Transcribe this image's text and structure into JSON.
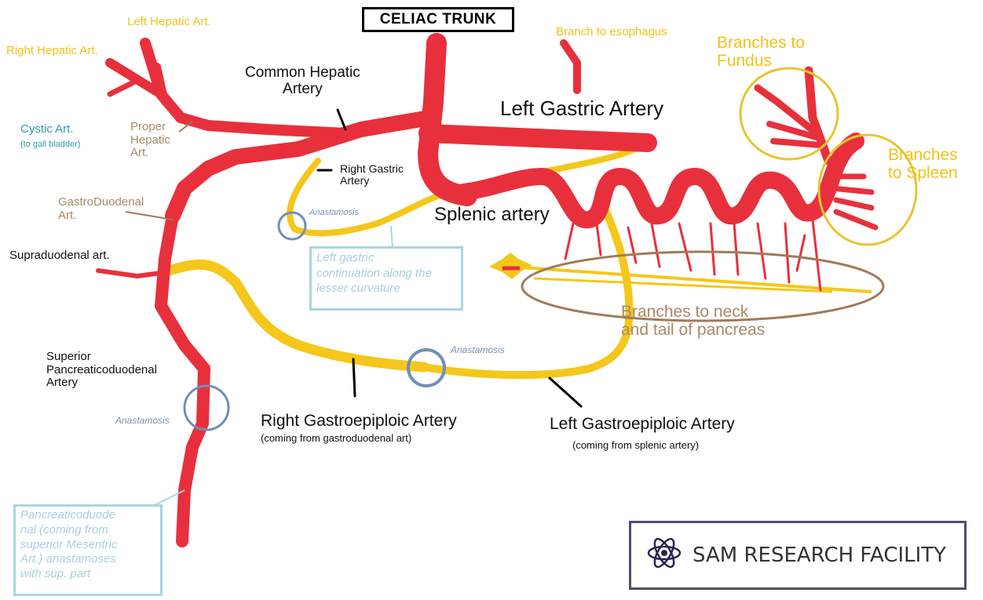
{
  "title": "CELIAC TRUNK",
  "labels": {
    "left_hepatic": "Left Hepatic Art.",
    "right_hepatic": "Right Hepatic Art.",
    "common_hepatic": "Common Hepatic\nArtery",
    "cystic": "Cystic Art.",
    "cystic_sub": "(to gall bladder)",
    "proper_hepatic": "Proper\nHepatic\nArt.",
    "right_gastric": "Right Gastric\nArtery",
    "gastroduodenal": "GastroDuodenal\nArt.",
    "supraduodenal": "Supraduodenal art.",
    "superior_pancreaticoduodenal": "Superior\nPancreaticoduodenal\nArtery",
    "branch_esophagus": "Branch to esophagus",
    "left_gastric": "Left Gastric Artery",
    "branches_fundus": "Branches to\nFundus",
    "branches_spleen": "Branches\nto Spleen",
    "splenic": "Splenic artery",
    "branches_pancreas": "Branches to neck\nand tail of pancreas",
    "right_gastroepiploic": "Right Gastroepiploic Artery",
    "right_gastroepiploic_sub": "(coming from gastroduodenal art)",
    "left_gastroepiploic": "Left Gastroepiploic Artery",
    "left_gastroepiploic_sub": "(coming from splenic artery)",
    "anastomosis": "Anastamosis"
  },
  "notes": {
    "lesser_curvature": "Left gastric\ncontinuation along the\nlesser curvature",
    "pancreaticoduodenal": "Pancreaticoduode\nnal (coming from\nsuperior Mesentric\nArt.) anastamoses\nwith sup. part"
  },
  "brand": {
    "name": "SAM RESEARCH FACILITY",
    "icon": "atom-icon"
  },
  "colors": {
    "artery_red": "#e8303c",
    "gastroepiploic_yellow": "#f5c71b",
    "anastomosis_circle": "#6f8fb8",
    "highlight_yellow": "#e8c531",
    "pancreas_ellipse": "#a27a57",
    "note_border": "#a9d6e1",
    "brand_border": "#544a6a"
  }
}
